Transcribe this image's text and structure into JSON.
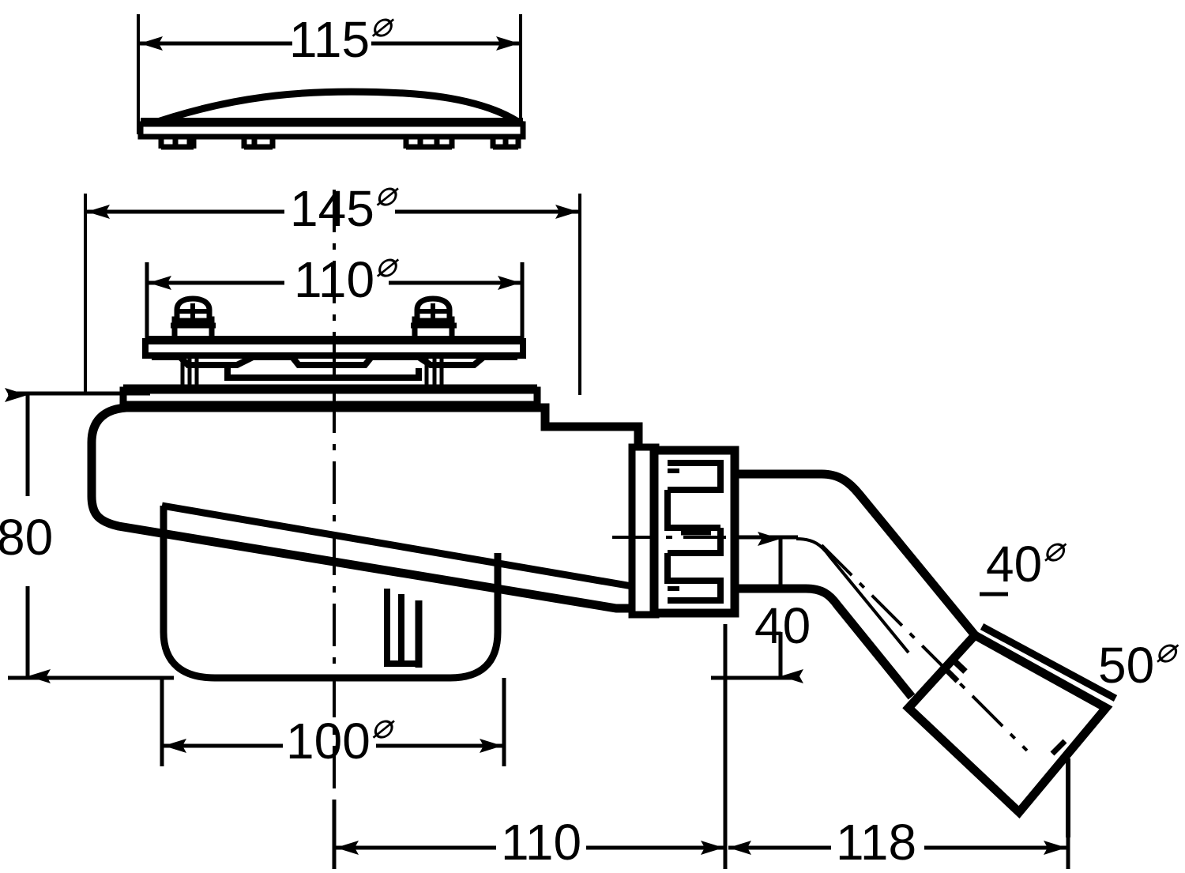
{
  "drawing": {
    "title": "Shower drain trap assembly – dimensioned sectional drawing",
    "units": "mm",
    "line_color": "#000000",
    "background_color": "#ffffff",
    "diameter_symbol": "⌀"
  },
  "dimensions": {
    "cover_diameter": {
      "value": "115",
      "symbol": "⌀",
      "label": "115⌀",
      "orientation": "horizontal",
      "component": "cover-plate"
    },
    "flange_outer_diameter": {
      "value": "145",
      "symbol": "⌀",
      "label": "145⌀",
      "orientation": "horizontal",
      "component": "outer-flange"
    },
    "flange_inner_diameter": {
      "value": "110",
      "symbol": "⌀",
      "label": "110⌀",
      "orientation": "horizontal",
      "component": "clamp-ring"
    },
    "body_height": {
      "value": "80",
      "symbol": "",
      "label": "80",
      "orientation": "vertical",
      "component": "trap-body"
    },
    "bowl_diameter": {
      "value": "100",
      "symbol": "⌀",
      "label": "100⌀",
      "orientation": "horizontal",
      "component": "trap-bowl"
    },
    "outlet_centre_height": {
      "value": "40",
      "symbol": "",
      "label": "40",
      "orientation": "vertical",
      "component": "outlet-pipe"
    },
    "pipe_diameter": {
      "value": "40",
      "symbol": "⌀",
      "label": "40⌀",
      "orientation": "leader",
      "component": "outlet-pipe"
    },
    "socket_diameter": {
      "value": "50",
      "symbol": "⌀",
      "label": "50⌀",
      "orientation": "leader",
      "component": "outlet-socket"
    },
    "body_centre_to_union": {
      "value": "110",
      "symbol": "",
      "label": "110",
      "orientation": "horizontal",
      "component": "trap-body-to-union"
    },
    "union_to_socket_end": {
      "value": "118",
      "symbol": "",
      "label": "118",
      "orientation": "horizontal",
      "component": "union-to-socket-end"
    }
  },
  "views": {
    "top_view": {
      "name": "cover-plate-elevation",
      "description": "Curved cover plate with support feet"
    },
    "main_view": {
      "name": "drain-trap-section",
      "description": "Sectional side view of drain trap body, clamping flange, threaded union nut and 45 degree outlet pipe with socket"
    }
  },
  "components": [
    {
      "name": "cover-plate",
      "label": "Cover plate"
    },
    {
      "name": "cover-feet",
      "label": "Cover support feet"
    },
    {
      "name": "clamp-screw-left",
      "label": "Clamping screw (left)"
    },
    {
      "name": "clamp-screw-right",
      "label": "Clamping screw (right)"
    },
    {
      "name": "clamp-flange",
      "label": "Clamping flange"
    },
    {
      "name": "trap-body",
      "label": "Trap body"
    },
    {
      "name": "trap-bowl",
      "label": "Water seal bowl"
    },
    {
      "name": "union-nut",
      "label": "Threaded union nut"
    },
    {
      "name": "outlet-pipe",
      "label": "45 degree outlet pipe"
    },
    {
      "name": "outlet-socket",
      "label": "Outlet socket"
    }
  ]
}
